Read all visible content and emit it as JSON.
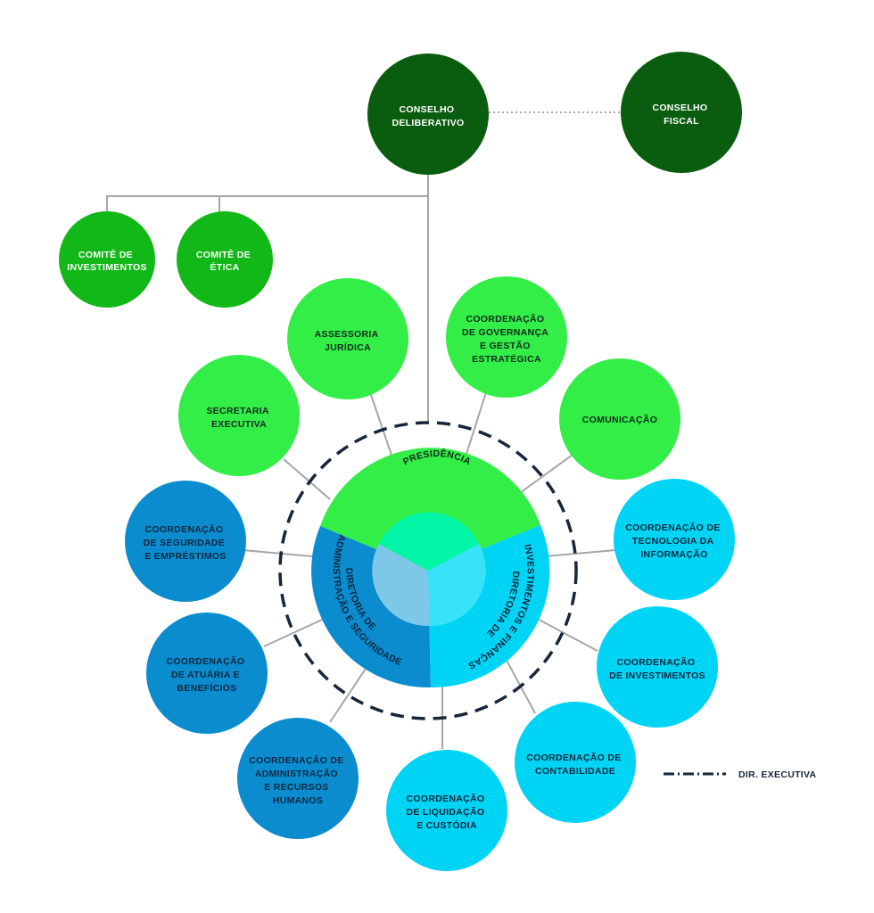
{
  "colors": {
    "dark_green": "#0a5c0f",
    "green": "#12b718",
    "light_green": "#33ee47",
    "blue": "#0a8ccf",
    "cyan": "#00d4f4",
    "center_green": "#00f5a6",
    "center_cyan": "#38e2f8",
    "center_blue": "#7cc8e6",
    "line": "#a6a6a6",
    "dash": "#17263a"
  },
  "conselho_deliberativo": [
    "CONSELHO",
    "DELIBERATIVO"
  ],
  "conselho_fiscal": [
    "CONSELHO",
    "FISCAL"
  ],
  "comite_investimentos": [
    "COMITÊ DE",
    "INVESTIMENTOS"
  ],
  "comite_etica": [
    "COMITÊ DE",
    "ÉTICA"
  ],
  "assessoria_juridica": [
    "ASSESSORIA",
    "JURÍDICA"
  ],
  "coord_governanca": [
    "COORDENAÇÃO",
    "DE GOVERNANÇA",
    "E GESTÃO",
    "ESTRATÉGICA"
  ],
  "secretaria_executiva": [
    "SECRETARIA",
    "EXECUTIVA"
  ],
  "comunicacao": [
    "COMUNICAÇÃO"
  ],
  "coord_seguridade": [
    "COORDENAÇÃO",
    "DE SEGURIDADE",
    "E EMPRÉSTIMOS"
  ],
  "coord_tecnologia": [
    "COORDENAÇÃO DE",
    "TECNOLOGIA DA",
    "INFORMAÇÃO"
  ],
  "coord_atuaria": [
    "COORDENAÇÃO",
    "DE ATUÁRIA E",
    "BENEFÍCIOS"
  ],
  "coord_investimentos": [
    "COORDENAÇÃO",
    "DE INVESTIMENTOS"
  ],
  "coord_administracao": [
    "COORDENAÇÃO DE",
    "ADMINISTRAÇÃO",
    "E RECURSOS",
    "HUMANOS"
  ],
  "coord_contabilidade": [
    "COORDENAÇÃO DE",
    "CONTABILIDADE"
  ],
  "coord_liquidacao": [
    "COORDENAÇÃO",
    "DE LIQUIDAÇÃO",
    "E CUSTÓDIA"
  ],
  "presidencia": "PRESIDÊNCIA",
  "diretoria_adm": [
    "DIRETORIA DE",
    "ADMINISTRAÇÃO E SEGURIDADE"
  ],
  "diretoria_inv": [
    "DIRETORIA DE",
    "INVESTIMENTOS E FINANÇAS"
  ],
  "legend_label": "DIR. EXECUTIVA"
}
